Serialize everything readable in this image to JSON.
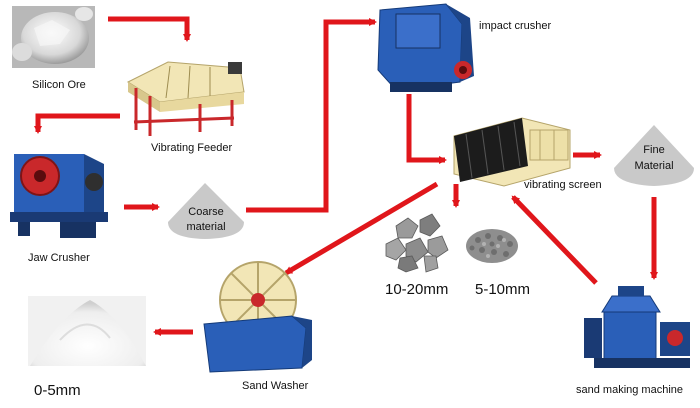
{
  "nodes": {
    "silicon_ore": "Silicon Ore",
    "vibrating_feeder": "Vibrating Feeder",
    "jaw_crusher": "Jaw Crusher",
    "coarse_material": [
      "Coarse",
      "material"
    ],
    "impact_crusher": "impact crusher",
    "vibrating_screen": "vibrating screen",
    "fine_material": [
      "Fine",
      "Material"
    ],
    "size_10_20": "10-20mm",
    "size_5_10": "5-10mm",
    "sand_washer": "Sand Washer",
    "sand_making_machine": "sand making machine",
    "size_0_5": "0-5mm"
  },
  "colors": {
    "arrow": "#e0161b",
    "cone": "#c9c9c9",
    "machine_blue": "#2a5fb8",
    "machine_red": "#c9282b",
    "feeder_cream": "#f2e6b6",
    "screen_black": "#1c1c1c",
    "stone_gray": "#8a8a8a"
  },
  "icons": [
    "silicon-ore-photo",
    "vibrating-feeder-machine",
    "jaw-crusher-machine",
    "impact-crusher-machine",
    "vibrating-screen-machine",
    "aggregate-10-20-photo",
    "aggregate-5-10-photo",
    "sand-washer-machine",
    "sand-making-machine",
    "white-sand-pile-photo"
  ]
}
